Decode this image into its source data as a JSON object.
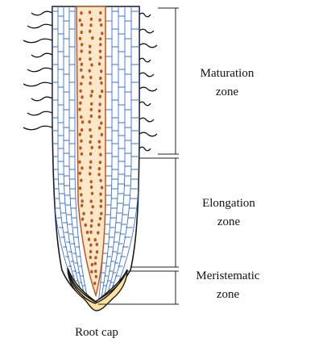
{
  "labels": {
    "maturation_line1": "Maturation",
    "maturation_line2": "zone",
    "elongation_line1": "Elongation",
    "elongation_line2": "zone",
    "meristematic_line1": "Meristematic",
    "meristematic_line2": "zone",
    "root_cap": "Root cap"
  },
  "colors": {
    "outline": "#1a1a1a",
    "cell_walls": "#3a6fd8",
    "vascular_fill": "#fde7c8",
    "vascular_outline": "#c0561a",
    "dots": "#b5581f",
    "root_cap_fill": "#fde2a0",
    "root_hairs": "#111111",
    "bracket": "#222222"
  }
}
